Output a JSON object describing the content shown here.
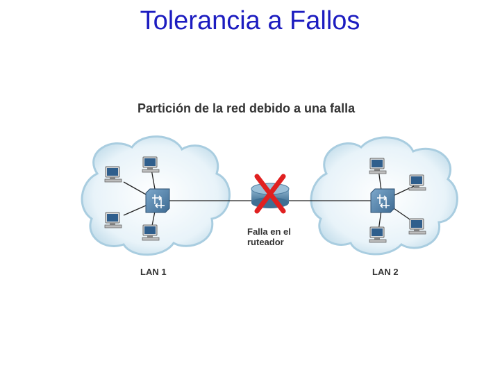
{
  "slide": {
    "title": "Tolerancia a Fallos"
  },
  "diagram": {
    "title": "Partición de la red debido a una falla",
    "router_label_line1": "Falla en el",
    "router_label_line2": "ruteador",
    "lan1_label": "LAN 1",
    "lan2_label": "LAN 2",
    "failure_mark": "X",
    "colors": {
      "cloud_fill": "#dfeff7",
      "cloud_edge": "#9fc6dc",
      "switch_fill": "#4f7fa8",
      "router_fill": "#5f8fb0",
      "failure_x": "#e02020",
      "title_text": "#1c1cc0"
    },
    "icons": [
      "computer-icon",
      "switch-icon",
      "router-icon",
      "cloud-icon",
      "failure-x-icon"
    ]
  }
}
